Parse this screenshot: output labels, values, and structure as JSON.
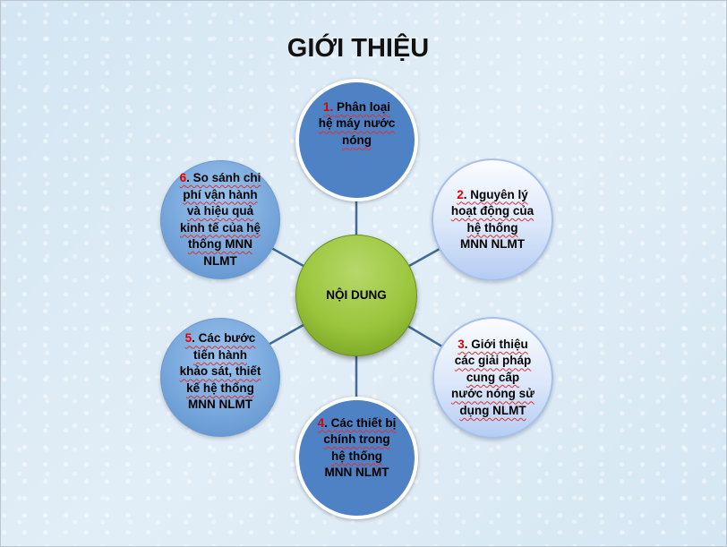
{
  "slide": {
    "title": "GIỚI THIỆU",
    "center": "NỘI DUNG",
    "nodes": [
      {
        "num": "1.",
        "lines": [
          "Phân loại",
          "hệ máy nước",
          "nóng"
        ]
      },
      {
        "num": "2",
        "lines": [
          ". Nguyên lý",
          "hoạt động của",
          "hệ thống",
          "MNN NLMT"
        ]
      },
      {
        "num": "3",
        "lines": [
          ". Giới thiệu",
          "các giải pháp",
          "cung cấp",
          "nước nóng sử",
          "dụng NLMT"
        ]
      },
      {
        "num": "4",
        "lines": [
          ". Các thiết bị",
          "chính trong",
          "hệ thống",
          "MNN NLMT"
        ]
      },
      {
        "num": "5",
        "lines": [
          ". Các bước",
          "tiến hành",
          "khảo sát, thiết",
          "kế hệ thống",
          "MNN NLMT"
        ]
      },
      {
        "num": "6",
        "lines": [
          ".  So sánh chi",
          "phí vận hành",
          "và hiệu quả",
          "kinh tế của hệ",
          "thống MNN",
          "NLMT"
        ]
      }
    ]
  }
}
